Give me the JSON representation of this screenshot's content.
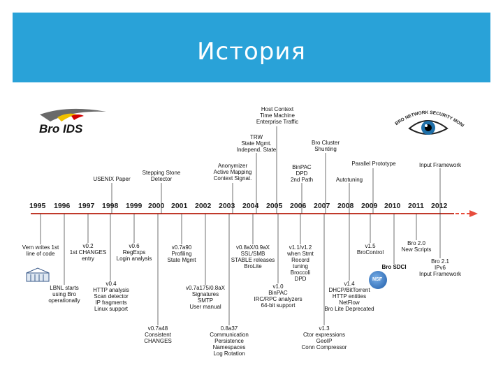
{
  "title": "История",
  "years": [
    "1995",
    "1996",
    "1997",
    "1998",
    "1999",
    "2000",
    "2001",
    "2002",
    "2003",
    "2004",
    "2005",
    "2006",
    "2007",
    "2008",
    "2009",
    "2010",
    "2011",
    "2012"
  ],
  "logos": {
    "bro": "Bro IDS",
    "network_monitor": "BRO NETWORK SECURITY MONITOR",
    "nsf": "NSF"
  },
  "above": [
    {
      "text": "Host Context\nTime Machine\nEnterprise Traffic"
    },
    {
      "text": "TRW\nState Mgmt.\nIndepend. State"
    },
    {
      "text": "Bro Cluster\nShunting"
    },
    {
      "text": "Anonymizer\nActive Mapping\nContext Signat."
    },
    {
      "text": "BinPAC\nDPD\n2nd Path"
    },
    {
      "text": "Parallel Prototype"
    },
    {
      "text": "Input Framework"
    },
    {
      "text": "USENIX Paper"
    },
    {
      "text": "Stepping Stone\nDetector"
    },
    {
      "text": "Autotuning"
    }
  ],
  "below": [
    {
      "text": "Vern writes 1st\nline of code"
    },
    {
      "text": "v0.2\n1st CHANGES\nentry"
    },
    {
      "text": "v0.6\nRegExps\nLogin analysis"
    },
    {
      "text": "v0.7a90\nProfiling\nState Mgmt"
    },
    {
      "text": "v0.8aX/0.9aX\nSSL/SMB\nSTABLE releases\nBroLite"
    },
    {
      "text": "v1.1/v1.2\nwhen Stmt\nRecord\ntuning\nBroccoli\nDPD"
    },
    {
      "text": "v1.5\nBroControl"
    },
    {
      "text": "Bro 2.0\nNew Scripts"
    },
    {
      "text": "Bro SDCI"
    },
    {
      "text": "Bro 2.1\nIPv6\nInput Framework"
    },
    {
      "text": "LBNL starts\nusing Bro\noperationally"
    },
    {
      "text": "v0.4\nHTTP analysis\nScan detector\nIP fragments\nLinux support"
    },
    {
      "text": "v0.7a175/0.8aX\nSignatures\nSMTP\nUser manual"
    },
    {
      "text": "v1.0\nBinPAC\nIRC/RPC analyzers\n64-bit support"
    },
    {
      "text": "v1.4\nDHCP/BitTorrent\nHTTP entities\nNetFlow\nBro Lite Deprecated"
    },
    {
      "text": "v0.7a48\nConsistent\nCHANGES"
    },
    {
      "text": "0.8a37\nCommunication\nPersistence\nNamespaces\nLog Rotation"
    },
    {
      "text": "v1.3\nCtor expressions\nGeoIP\nConn Compressor"
    }
  ],
  "colors": {
    "header": "#29a2d8",
    "timeline": "#c0392b",
    "arrow": "#e74c3c"
  }
}
